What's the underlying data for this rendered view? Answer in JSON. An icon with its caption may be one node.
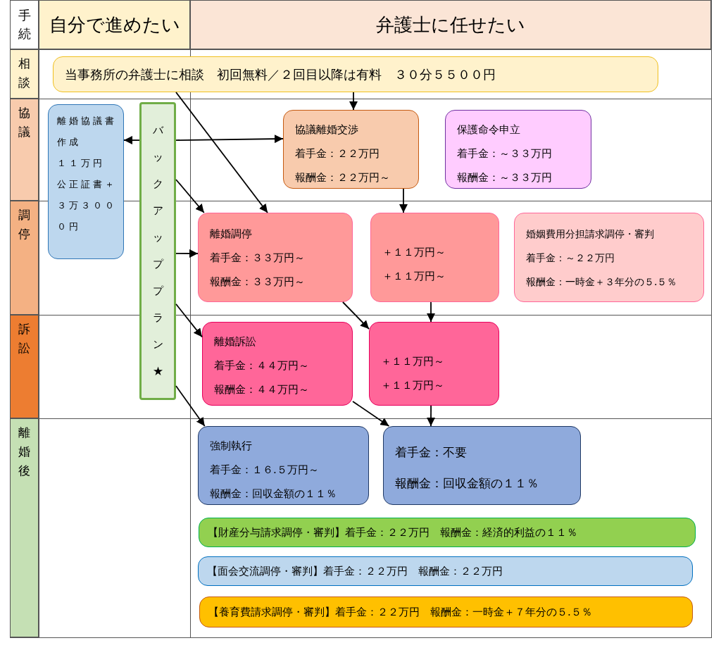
{
  "diagram": {
    "nodes": [
      {
        "text": [
          "手続"
        ]
      },
      {
        "text": [
          "自分で進めたい"
        ]
      },
      {
        "text": [
          "弁護士に任せたい"
        ]
      },
      {
        "text": [
          "相談"
        ]
      },
      {
        "text": [
          "協議"
        ]
      },
      {
        "text": [
          "調停"
        ]
      },
      {
        "text": [
          "訴訟"
        ]
      },
      {
        "text": [
          "離婚後"
        ]
      },
      {
        "text": [
          "当事務所の弁護士に相談　初回無料／２回目以降は有料　３０分５５００円"
        ]
      },
      {
        "text": [
          "離婚協議書作成",
          "１１万円",
          "公正証書＋３万３０００円"
        ]
      },
      {
        "text": [
          "バックアッププラン★"
        ]
      },
      {
        "text": [
          "協議離婚交渉",
          "着手金：２２万円",
          "報酬金：２２万円～"
        ]
      },
      {
        "text": [
          "保護命令申立",
          "着手金：～３３万円",
          "報酬金：～３３万円"
        ]
      },
      {
        "text": [
          "離婚調停",
          "着手金：３３万円～",
          "報酬金：３３万円～"
        ]
      },
      {
        "text": [
          "＋１１万円～",
          "＋１１万円～"
        ]
      },
      {
        "text": [
          "婚姻費用分担請求調停・審判",
          "着手金：～２２万円",
          "報酬金：一時金＋３年分の５.５％"
        ]
      },
      {
        "text": [
          "離婚訴訟",
          "着手金：４４万円～",
          "報酬金：４４万円～"
        ]
      },
      {
        "text": [
          "＋１１万円～",
          "＋１１万円～"
        ]
      },
      {
        "text": [
          "強制執行",
          "着手金：１６.５万円～",
          "報酬金：回収金額の１１％"
        ]
      },
      {
        "text": [
          "着手金：不要",
          "報酬金：回収金額の１１％"
        ]
      },
      {
        "text": [
          "【財産分与請求調停・審判】着手金：２２万円　報酬金：経済的利益の１１％"
        ]
      },
      {
        "text": [
          "【面会交流調停・審判】着手金：２２万円　報酬金：２２万円"
        ]
      },
      {
        "text": [
          "【養育費請求調停・審判】着手金：２２万円　報酬金：一時金＋７年分の５.５％"
        ]
      }
    ],
    "edges": [
      {
        "from": 8,
        "to": 11,
        "arrow": "to"
      },
      {
        "from": 8,
        "to": 13,
        "arrow": "to"
      },
      {
        "from": 10,
        "to": 9,
        "arrow": "to"
      },
      {
        "from": 10,
        "to": 11,
        "arrow": "to"
      },
      {
        "from": 10,
        "to": 13,
        "arrow": "to"
      },
      {
        "from": 10,
        "to": 13,
        "arrow": "to"
      },
      {
        "from": 10,
        "to": 16,
        "arrow": "to"
      },
      {
        "from": 10,
        "to": 18,
        "arrow": "to"
      },
      {
        "from": 11,
        "to": 14,
        "arrow": "to"
      },
      {
        "from": 13,
        "to": 17,
        "arrow": "to"
      },
      {
        "from": 14,
        "to": 17,
        "arrow": "to"
      },
      {
        "from": 16,
        "to": 19,
        "arrow": "to"
      },
      {
        "from": 17,
        "to": 19,
        "arrow": "to"
      }
    ]
  }
}
